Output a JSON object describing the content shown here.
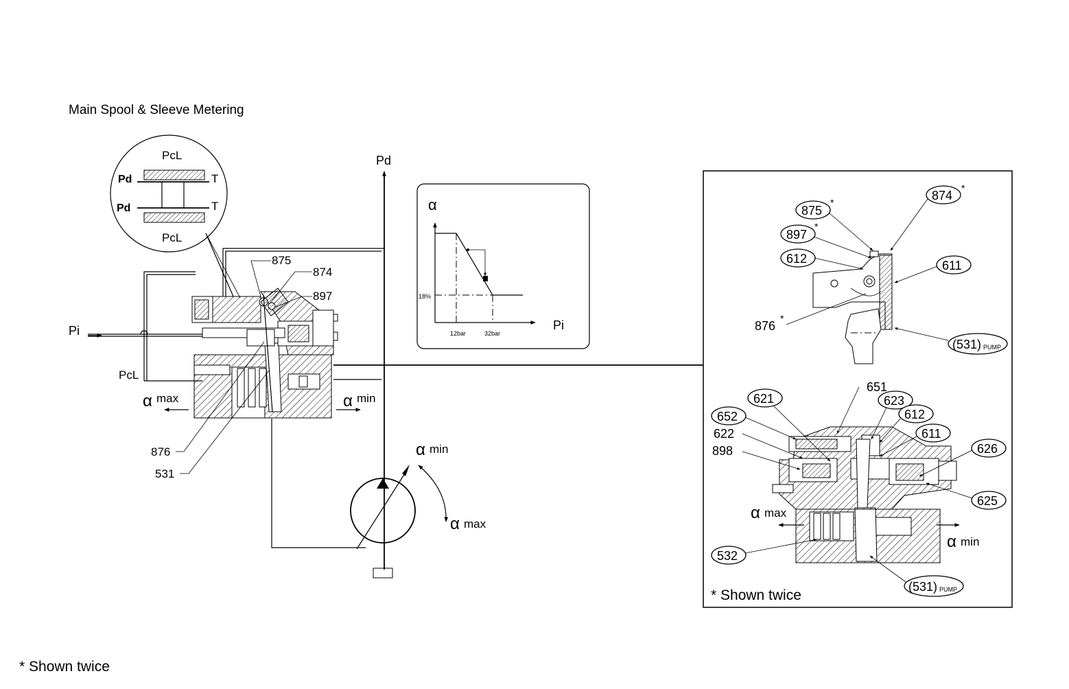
{
  "title": "Main Spool & Sleeve Metering",
  "footnote": "* Shown twice",
  "schematic": {
    "port_pd": "Pd",
    "port_pi": "Pi",
    "port_pcl": "PcL",
    "alpha_max": "max",
    "alpha_min": "min",
    "alpha_symbol": "α",
    "part_labels": [
      "875",
      "874",
      "897",
      "876",
      "531"
    ]
  },
  "zoom_circle": {
    "top": "PcL",
    "bottom": "PcL",
    "pd_upper": "Pd",
    "pd_lower": "Pd",
    "t_upper": "T",
    "t_lower": "T"
  },
  "graph": {
    "y_axis": "α",
    "x_axis": "Pi",
    "level": "18%",
    "tick1": "12bar",
    "tick2": "32bar"
  },
  "detail_panel": {
    "top_balloons": [
      "875",
      "874",
      "897",
      "612",
      "611"
    ],
    "top_plain": "876",
    "pump_base": "(531)",
    "pump_sub": "PUMP",
    "lower_plain": [
      "651",
      "622",
      "898"
    ],
    "lower_balloons": [
      "621",
      "623",
      "612",
      "652",
      "611",
      "626",
      "625",
      "532"
    ],
    "alpha_max": "max",
    "alpha_min": "min",
    "footnote": "* Shown twice"
  }
}
